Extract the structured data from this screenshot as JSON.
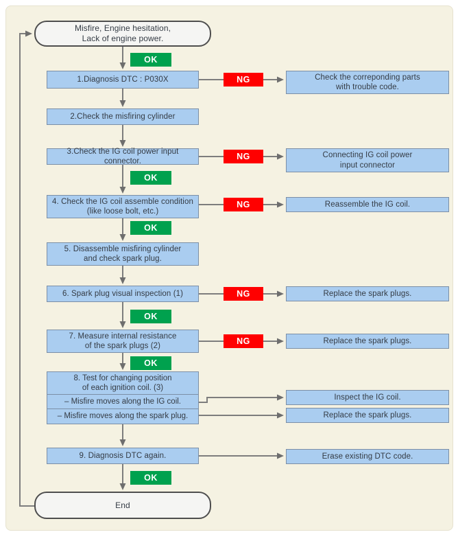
{
  "diagram_title": "Misfire diagnosis flowchart",
  "badges": {
    "ok": "OK",
    "ng": "NG"
  },
  "terminals": {
    "start_line1": "Misfire, Engine hesitation,",
    "start_line2": "Lack of engine power.",
    "end": "End"
  },
  "steps": {
    "s1": "1.Diagnosis DTC : P030X",
    "s2": "2.Check the misfiring cylinder",
    "s3": "3.Check the IG coil power input connector.",
    "s4a": "4. Check the IG coil assemble condition",
    "s4b": "(like loose bolt, etc.)",
    "s5a": "5. Disassemble misfiring cylinder",
    "s5b": "and check spark plug.",
    "s6": "6. Spark plug visual inspection (1)",
    "s7a": "7. Measure internal resistance",
    "s7b": "of the spark plugs (2)",
    "s8a": "8. Test for changing position",
    "s8b": "of each ignition coil. (3)",
    "s8c": "– Misfire moves along the IG coil.",
    "s8d": "– Misfire moves along the spark plug.",
    "s9": "9. Diagnosis DTC again."
  },
  "actions": {
    "r1a": "Check the correponding parts",
    "r1b": "with trouble code.",
    "r2a": "Connecting IG coil power",
    "r2b": "input connector",
    "r3": "Reassemble the IG coil.",
    "r4": "Replace the spark plugs.",
    "r5": "Replace the spark plugs.",
    "r6": "Inspect the IG coil.",
    "r7": "Replace the spark plugs.",
    "r8": "Erase existing DTC code."
  },
  "colors": {
    "panel_background": "#f5f2e2",
    "step_box_fill": "#aacdf0",
    "step_box_border": "#7c8fa6",
    "ok_badge": "#00a14e",
    "ng_badge": "#ff0000",
    "connector": "#7d7d7d",
    "terminal_fill": "#f5f5f3"
  }
}
